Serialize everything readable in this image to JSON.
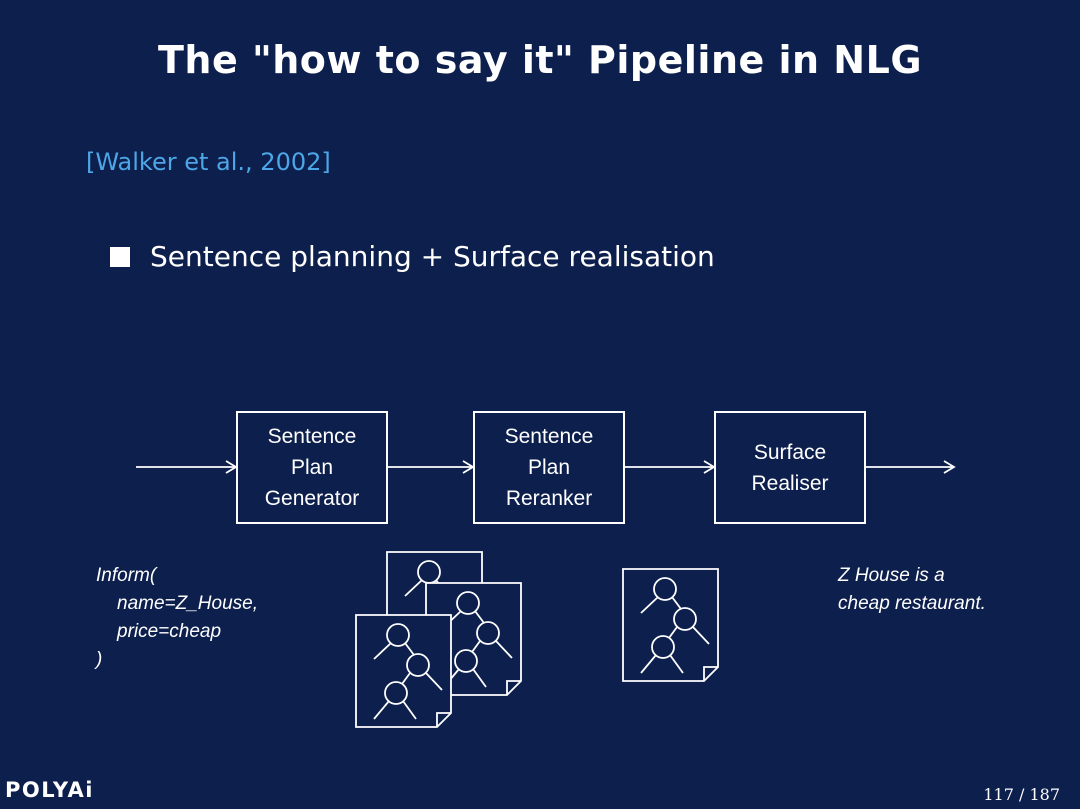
{
  "slide": {
    "title": "The \"how to say it\" Pipeline in NLG",
    "citation": "[Walker et al., 2002]",
    "bullet": "Sentence planning + Surface realisation"
  },
  "diagram": {
    "boxes": [
      {
        "lines": [
          "Sentence",
          "Plan",
          "Generator"
        ]
      },
      {
        "lines": [
          "Sentence",
          "Plan",
          "Reranker"
        ]
      },
      {
        "lines": [
          "Surface",
          "Realiser"
        ]
      }
    ],
    "input_lines": [
      "Inform(",
      "name=Z_House,",
      "price=cheap",
      ")"
    ],
    "output_lines": [
      "Z House is a",
      "cheap restaurant."
    ]
  },
  "footer": {
    "logo": "POLYAi",
    "page": "117 / 187"
  }
}
